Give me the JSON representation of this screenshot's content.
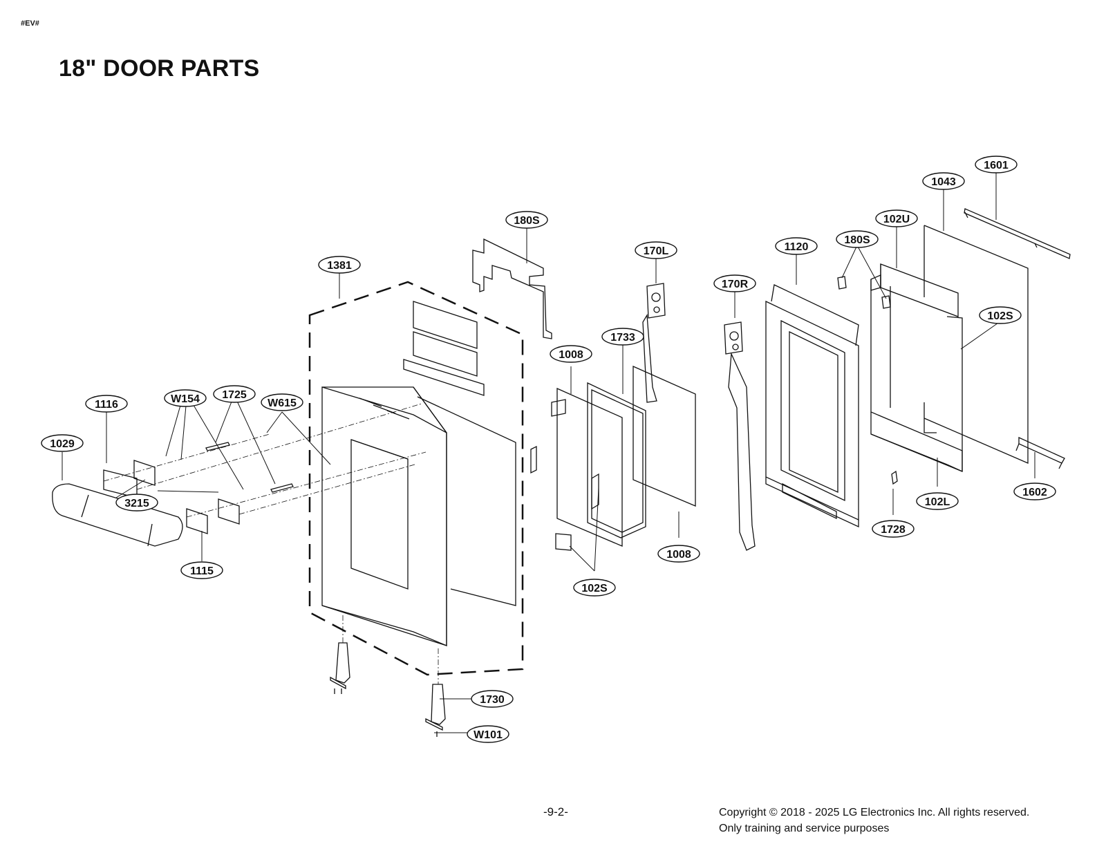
{
  "header": {
    "tag": "#EV#",
    "title": "18\" DOOR PARTS"
  },
  "part_labels": [
    "1601",
    "1043",
    "102U",
    "180S",
    "1120",
    "170L",
    "180S",
    "1381",
    "170R",
    "102S",
    "1733",
    "1008",
    "1116",
    "W154",
    "1725",
    "W615",
    "1029",
    "3215",
    "1115",
    "1008",
    "102S",
    "102L",
    "1602",
    "1728",
    "1730",
    "W101"
  ],
  "footer": {
    "page_number": "-9-2-",
    "copyright_line1": "Copyright © 2018 - 2025 LG Electronics Inc. All rights reserved.",
    "copyright_line2": "Only training and service purposes"
  }
}
